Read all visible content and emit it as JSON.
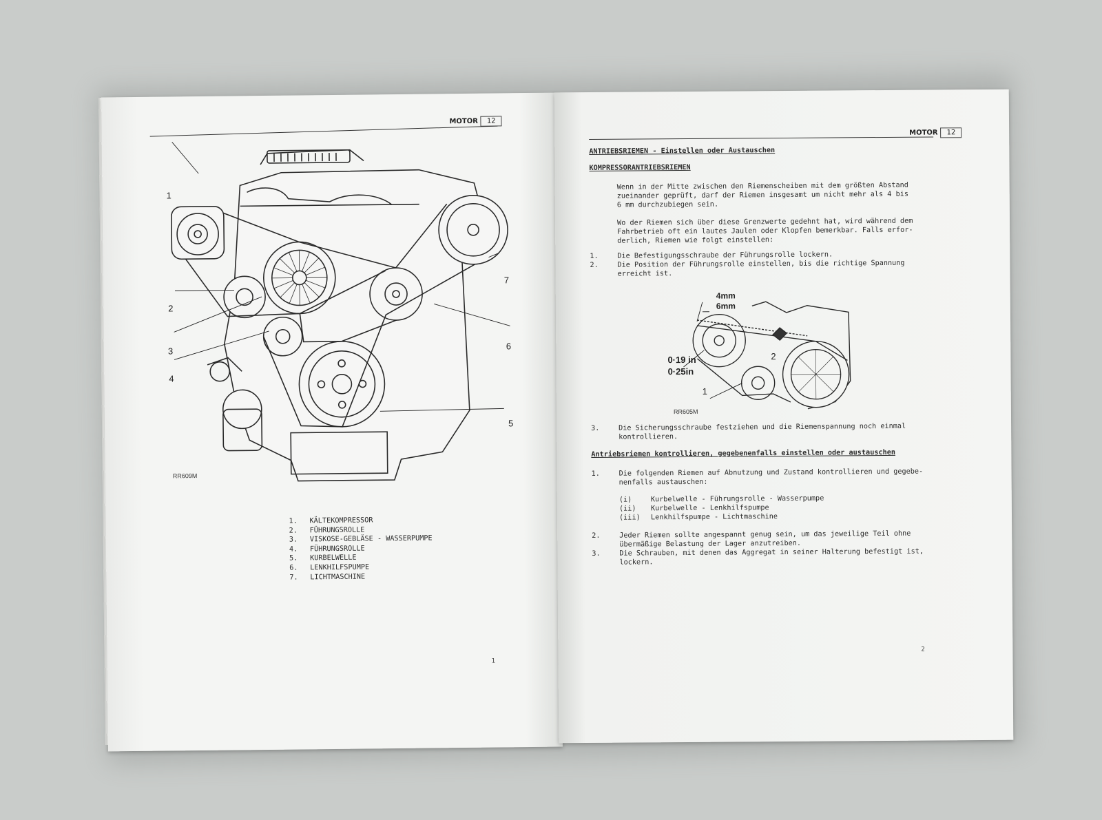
{
  "left_page": {
    "header": {
      "section": "MOTOR",
      "number": "12"
    },
    "figure": {
      "code": "RR609M",
      "callouts": [
        "1",
        "2",
        "3",
        "4",
        "5",
        "6",
        "7"
      ]
    },
    "legend": [
      {
        "n": "1.",
        "text": "KÄLTEKOMPRESSOR"
      },
      {
        "n": "2.",
        "text": "FÜHRUNGSROLLE"
      },
      {
        "n": "3.",
        "text": "VISKOSE-GEBLÄSE - WASSERPUMPE"
      },
      {
        "n": "4.",
        "text": "FÜHRUNGSROLLE"
      },
      {
        "n": "5.",
        "text": "KURBELWELLE"
      },
      {
        "n": "6.",
        "text": "LENKHILFSPUMPE"
      },
      {
        "n": "7.",
        "text": "LICHTMASCHINE"
      }
    ],
    "page_number": "1"
  },
  "right_page": {
    "header": {
      "section": "MOTOR",
      "number": "12"
    },
    "title": "ANTRIEBSRIEMEN - Einstellen oder Austauschen",
    "subtitle": "KOMPRESSORANTRIEBSRIEMEN",
    "para1": [
      "Wenn in der Mitte zwischen den Riemenscheiben mit dem größten Abstand",
      "zueinander geprüft, darf der Riemen insgesamt um nicht mehr als 4 bis",
      "6 mm durchzubiegen sein."
    ],
    "para2": [
      "Wo der Riemen sich über diese Grenzwerte gedehnt hat, wird während dem",
      "Fahrbetrieb  oft ein lautes Jaulen oder Klopfen bemerkbar. Falls erfor-",
      "derlich, Riemen wie folgt einstellen:"
    ],
    "steps_a": [
      {
        "n": "1.",
        "lines": [
          "Die Befestigungsschraube der Führungsrolle lockern."
        ]
      },
      {
        "n": "2.",
        "lines": [
          "Die Position der Führungsrolle einstellen, bis die richtige Spannung",
          "erreicht ist."
        ]
      }
    ],
    "figure": {
      "code": "RR605M",
      "dim_top": "4mm",
      "dim_bottom": "6mm",
      "inch_top": "0·19 in",
      "inch_bottom": "0·25in",
      "callout_1": "1",
      "callout_2": "2"
    },
    "step3": {
      "n": "3.",
      "lines": [
        "Die Sicherungsschraube festziehen und die Riemenspannung noch einmal",
        "kontrollieren."
      ]
    },
    "heading2": "Antriebsriemen kontrollieren, gegebenenfalls einstellen oder austauschen",
    "steps_b1": {
      "n": "1.",
      "lines": [
        "Die folgenden Riemen auf Abnutzung und Zustand kontrollieren und gegebe-",
        "nenfalls austauschen:"
      ]
    },
    "belts": [
      {
        "r": "(i)",
        "text": "Kurbelwelle - Führungsrolle - Wasserpumpe"
      },
      {
        "r": "(ii)",
        "text": "Kurbelwelle - Lenkhilfspumpe"
      },
      {
        "r": "(iii)",
        "text": "Lenkhilfspumpe - Lichtmaschine"
      }
    ],
    "steps_b2": [
      {
        "n": "2.",
        "lines": [
          "Jeder Riemen sollte angespannt genug sein, um das jeweilige Teil ohne",
          "übermäßige Belastung der Lager anzutreiben."
        ]
      },
      {
        "n": "3.",
        "lines": [
          "Die Schrauben, mit denen das Aggregat in seiner Halterung befestigt ist,",
          "lockern."
        ]
      }
    ],
    "page_number": "2"
  }
}
